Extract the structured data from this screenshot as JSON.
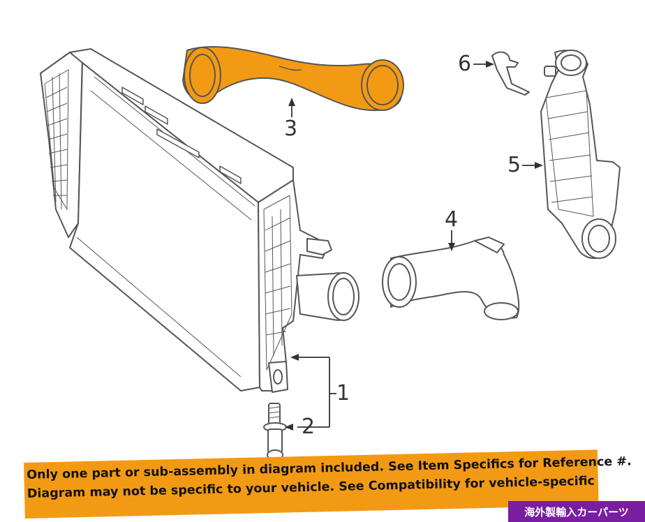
{
  "callouts": {
    "label_1": "1",
    "label_2": "2",
    "label_3": "3",
    "label_4": "4",
    "label_5": "5",
    "label_6": "6"
  },
  "banner": {
    "line1": "Only one part or sub-assembly in diagram included. See Item Specifics for Reference #.",
    "line2": "Diagram may not be specific to your vehicle. See Compatibility for vehicle-specific"
  },
  "watermark": "海外製輸入カーパーツ",
  "colors": {
    "highlight": "#f39a14",
    "line": "#555555",
    "watermark_bg": "#7a1ea1"
  }
}
